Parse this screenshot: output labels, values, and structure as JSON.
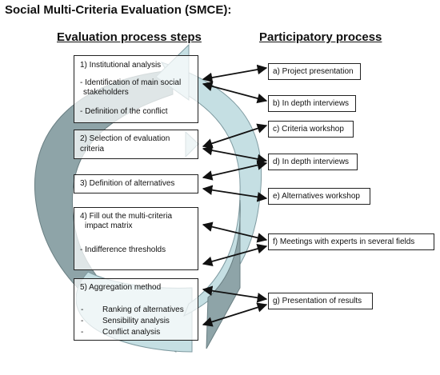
{
  "title": "Social Multi-Criteria Evaluation (SMCE):",
  "headers": {
    "left": "Evaluation process steps",
    "right": "Participatory process"
  },
  "steps": [
    {
      "id": "1",
      "heading": "1) Institutional analysis",
      "lines": [
        "- Identification of main social",
        "stakeholders",
        "- Definition of the conflict"
      ]
    },
    {
      "id": "2",
      "heading": "2) Selection of evaluation",
      "lines": [
        "criteria"
      ]
    },
    {
      "id": "3",
      "heading": "3) Definition of alternatives",
      "lines": []
    },
    {
      "id": "4",
      "heading": "4) Fill out the multi-criteria",
      "lines": [
        "impact matrix",
        "- Indifference thresholds"
      ]
    },
    {
      "id": "5",
      "heading": "5) Aggregation method",
      "bullets": [
        "-",
        "-",
        "-"
      ],
      "lines": [
        "Ranking of alternatives",
        "Sensibility analysis",
        "Conflict analysis"
      ]
    }
  ],
  "participatory": [
    "a) Project presentation",
    "b) In depth interviews",
    "c) Criteria workshop",
    "d) In depth interviews",
    "e) Alternatives workshop",
    "f) Meetings with experts in several fields",
    "g) Presentation of results"
  ],
  "colors": {
    "cycle_dark": "#8ea4a8",
    "cycle_light": "#c5dfe3",
    "arrow": "#111111"
  }
}
